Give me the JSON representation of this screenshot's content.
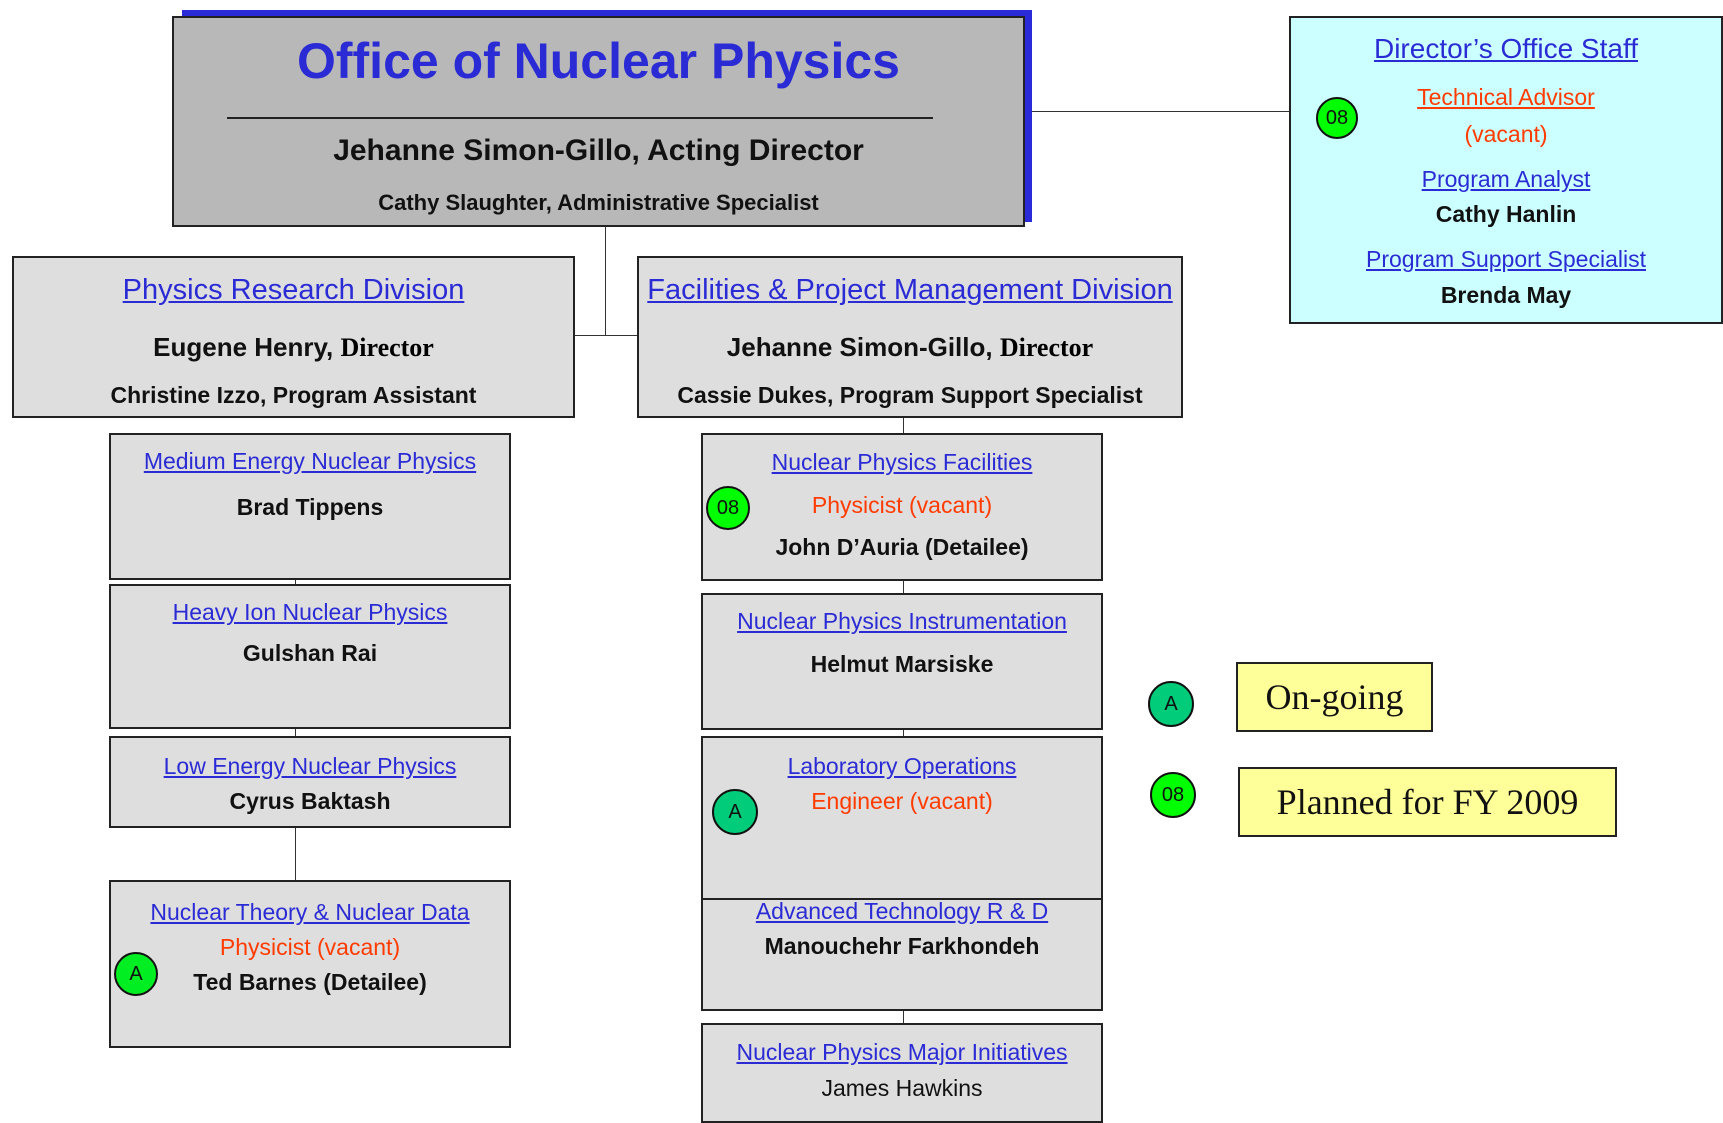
{
  "office": {
    "title": "Office of Nuclear Physics",
    "director": "Jehanne Simon-Gillo, Acting Director",
    "admin": "Cathy Slaughter, Administrative Specialist"
  },
  "staff": {
    "title": "Director’s Office Staff",
    "badge": "08",
    "items": [
      {
        "role": "Technical Advisor",
        "person": "(vacant)"
      },
      {
        "role": "Program Analyst",
        "person": "Cathy Hanlin"
      },
      {
        "role": "Program Support Specialist",
        "person": "Brenda May"
      }
    ]
  },
  "prd": {
    "title": "Physics Research Division",
    "head_name": "Eugene Henry, ",
    "head_role": "Director",
    "assistant": "Christine Izzo, Program  Assistant",
    "units": [
      {
        "title": "Medium Energy Nuclear Physics",
        "person": "Brad Tippens"
      },
      {
        "title": "Heavy Ion Nuclear Physics",
        "person": "Gulshan Rai"
      },
      {
        "title": "Low Energy Nuclear Physics",
        "person": "Cyrus Baktash"
      },
      {
        "title": "Nuclear Theory & Nuclear Data",
        "vacancy": "Physicist (vacant)",
        "person": "Ted Barnes (Detailee)",
        "badge": "A"
      }
    ]
  },
  "fpmd": {
    "title": "Facilities & Project Management Division",
    "head_name": "Jehanne Simon-Gillo, ",
    "head_role": "Director",
    "assistant": "Cassie Dukes, Program Support Specialist",
    "units": [
      {
        "title": "Nuclear Physics Facilities",
        "vacancy": "Physicist (vacant)",
        "person": "John D’Auria (Detailee)",
        "badge": "08"
      },
      {
        "title": "Nuclear Physics Instrumentation",
        "person": "Helmut Marsiske"
      },
      {
        "title": "Laboratory Operations",
        "vacancy": "Engineer (vacant)",
        "badge": "A"
      },
      {
        "title": "Advanced Technology R & D",
        "person": "Manouchehr Farkhondeh"
      },
      {
        "title": "Nuclear Physics Major Initiatives",
        "person": "James Hawkins"
      }
    ]
  },
  "legend": [
    {
      "badge": "A",
      "label": "On-going"
    },
    {
      "badge": "08",
      "label": "Planned for FY 2009"
    }
  ],
  "colors": {
    "link": "#2b2bd6",
    "vacant": "#ff3b00",
    "badge_08": "#00ff00",
    "badge_A": "#00cc7a",
    "legend_bg": "#ffff99",
    "staff_bg": "#ccffff"
  }
}
